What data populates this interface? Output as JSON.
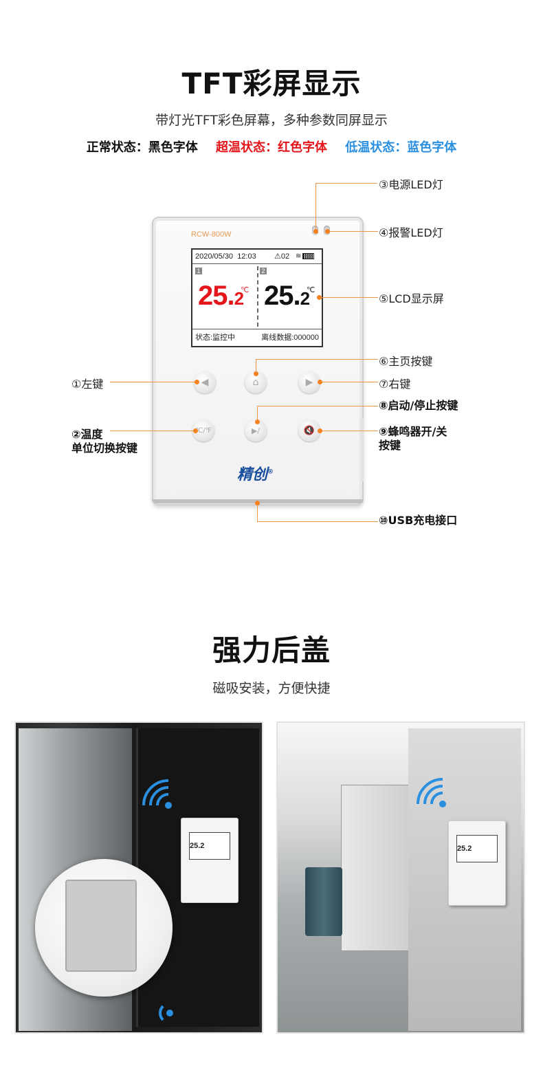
{
  "section1": {
    "title": "TFT彩屏显示",
    "subtitle": "带灯光TFT彩色屏幕，多种参数同屏显示",
    "states": {
      "normal": "正常状态：黑色字体",
      "high": "超温状态：红色字体",
      "low": "低温状态：蓝色字体"
    },
    "colors": {
      "high": "#e4161b",
      "low": "#2b8fe0",
      "accent": "#f58220"
    }
  },
  "device": {
    "model": "RCW-800W",
    "date": "2020/05/30",
    "time": "12:03",
    "alarm": "⚠02",
    "channel1": "1",
    "channel2": "2",
    "reading1_int": "25.",
    "reading1_dec": "2",
    "reading2_int": "25.",
    "reading2_dec": "2",
    "unit": "℃",
    "status": "状态:监控中",
    "offline": "离线数据:000000",
    "logo": "精创",
    "logo_mark": "®",
    "buttons": {
      "left_icon": "◀",
      "home_icon": "⌂",
      "right_icon": "▶",
      "unit_icon": "℃/℉",
      "startstop_icon": "▶/",
      "mute_icon": "🔇"
    }
  },
  "callouts": {
    "power_led": "③电源LED灯",
    "alarm_led": "④报警LED灯",
    "lcd": "⑤LCD显示屏",
    "home": "⑥主页按键",
    "left": "①左键",
    "right": "⑦右键",
    "start_stop": "⑧启动/停止按键",
    "unit_line1": "②温度",
    "unit_line2": "单位切换按键",
    "buzzer_line1": "⑨蜂鸣器开/关",
    "buzzer_line2": "按键",
    "usb": "⑩USB充电接口"
  },
  "section2": {
    "title": "强力后盖",
    "subtitle": "磁吸安装，方便快捷",
    "mini_reading": "25.2"
  }
}
